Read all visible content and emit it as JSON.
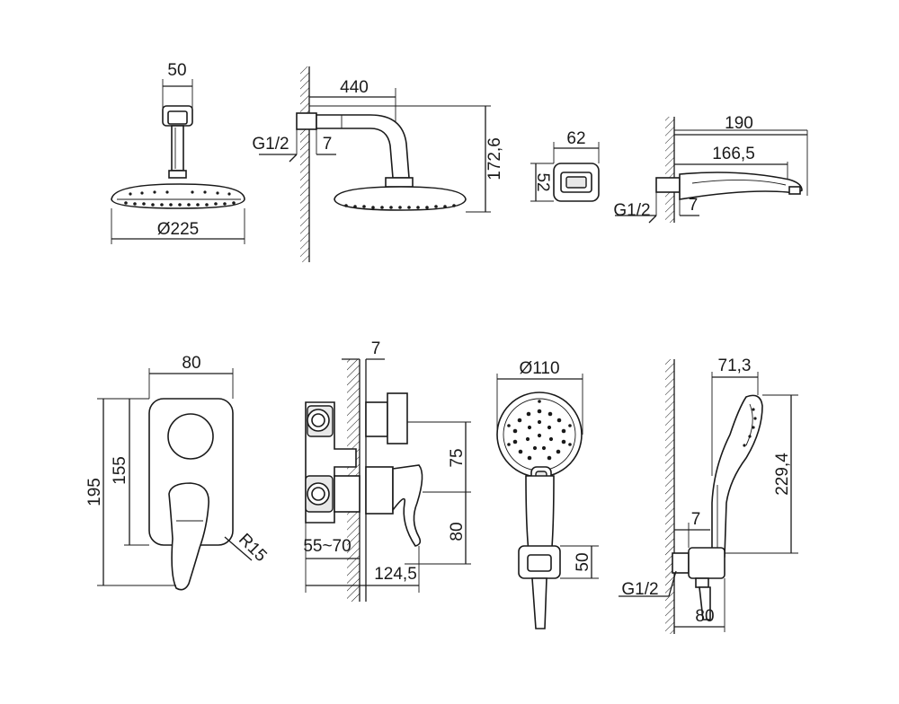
{
  "dimensions": {
    "head_front_width": "50",
    "head_front_diameter": "Ø225",
    "arm_length": "440",
    "arm_thread": "G1/2",
    "arm_offset": "7",
    "arm_height": "172,6",
    "cover_width": "62",
    "cover_height": "52",
    "spout_total": "190",
    "spout_projection": "166,5",
    "spout_thread": "G1/2",
    "spout_offset": "7",
    "plate_width": "80",
    "plate_height": "195",
    "plate_inner_height": "155",
    "plate_radius": "R15",
    "box_wall": "7",
    "box_upper": "75",
    "box_lower": "80",
    "box_depth_range": "55~70",
    "box_total_depth": "124,5",
    "hand_diameter": "Ø110",
    "holder_height": "50",
    "hose_projection": "71,3",
    "hose_height": "229,4",
    "hose_offset": "7",
    "hose_thread": "G1/2",
    "hose_depth": "80"
  }
}
